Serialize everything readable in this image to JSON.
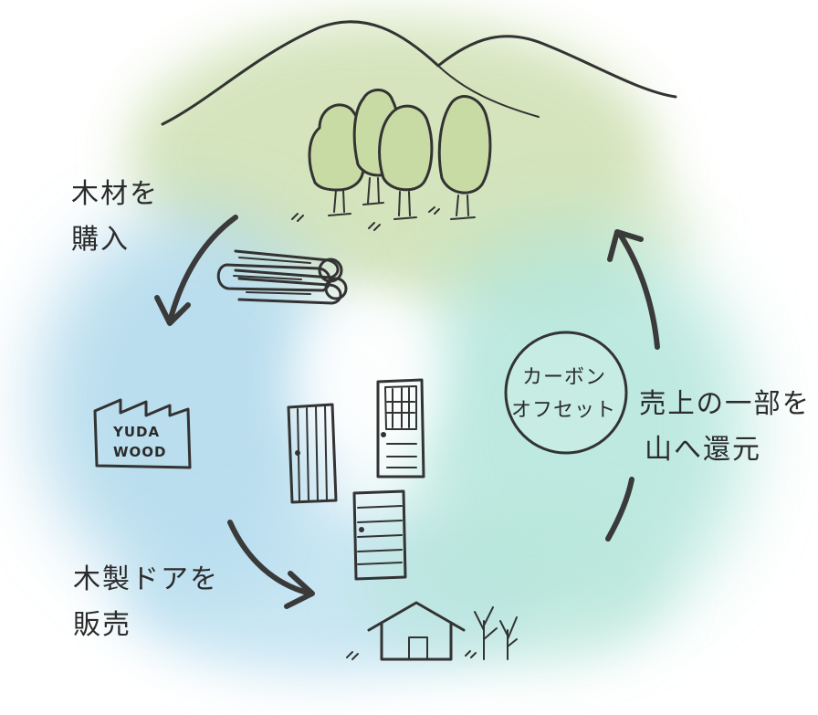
{
  "diagram": {
    "step_buy_wood": [
      "木材を",
      "購入"
    ],
    "factory_name": [
      "YUDA",
      "WOOD"
    ],
    "step_sell_doors": [
      "木製ドアを",
      "販売"
    ],
    "carbon_offset": [
      "カーボン",
      "オフセット"
    ],
    "step_return_to_mountain": [
      "売上の一部を",
      "山へ還元"
    ]
  },
  "colors": {
    "forest_wash": "#c7dca8",
    "water_wash_blue": "#a9d6ea",
    "water_wash_teal": "#a8e2d6",
    "ink": "#2b2b2b"
  },
  "icons": [
    "mountain-icon",
    "tree-icon",
    "log-pile-icon",
    "factory-icon",
    "door-icon",
    "house-icon",
    "bare-tree-icon",
    "cycle-arrow-icon"
  ]
}
